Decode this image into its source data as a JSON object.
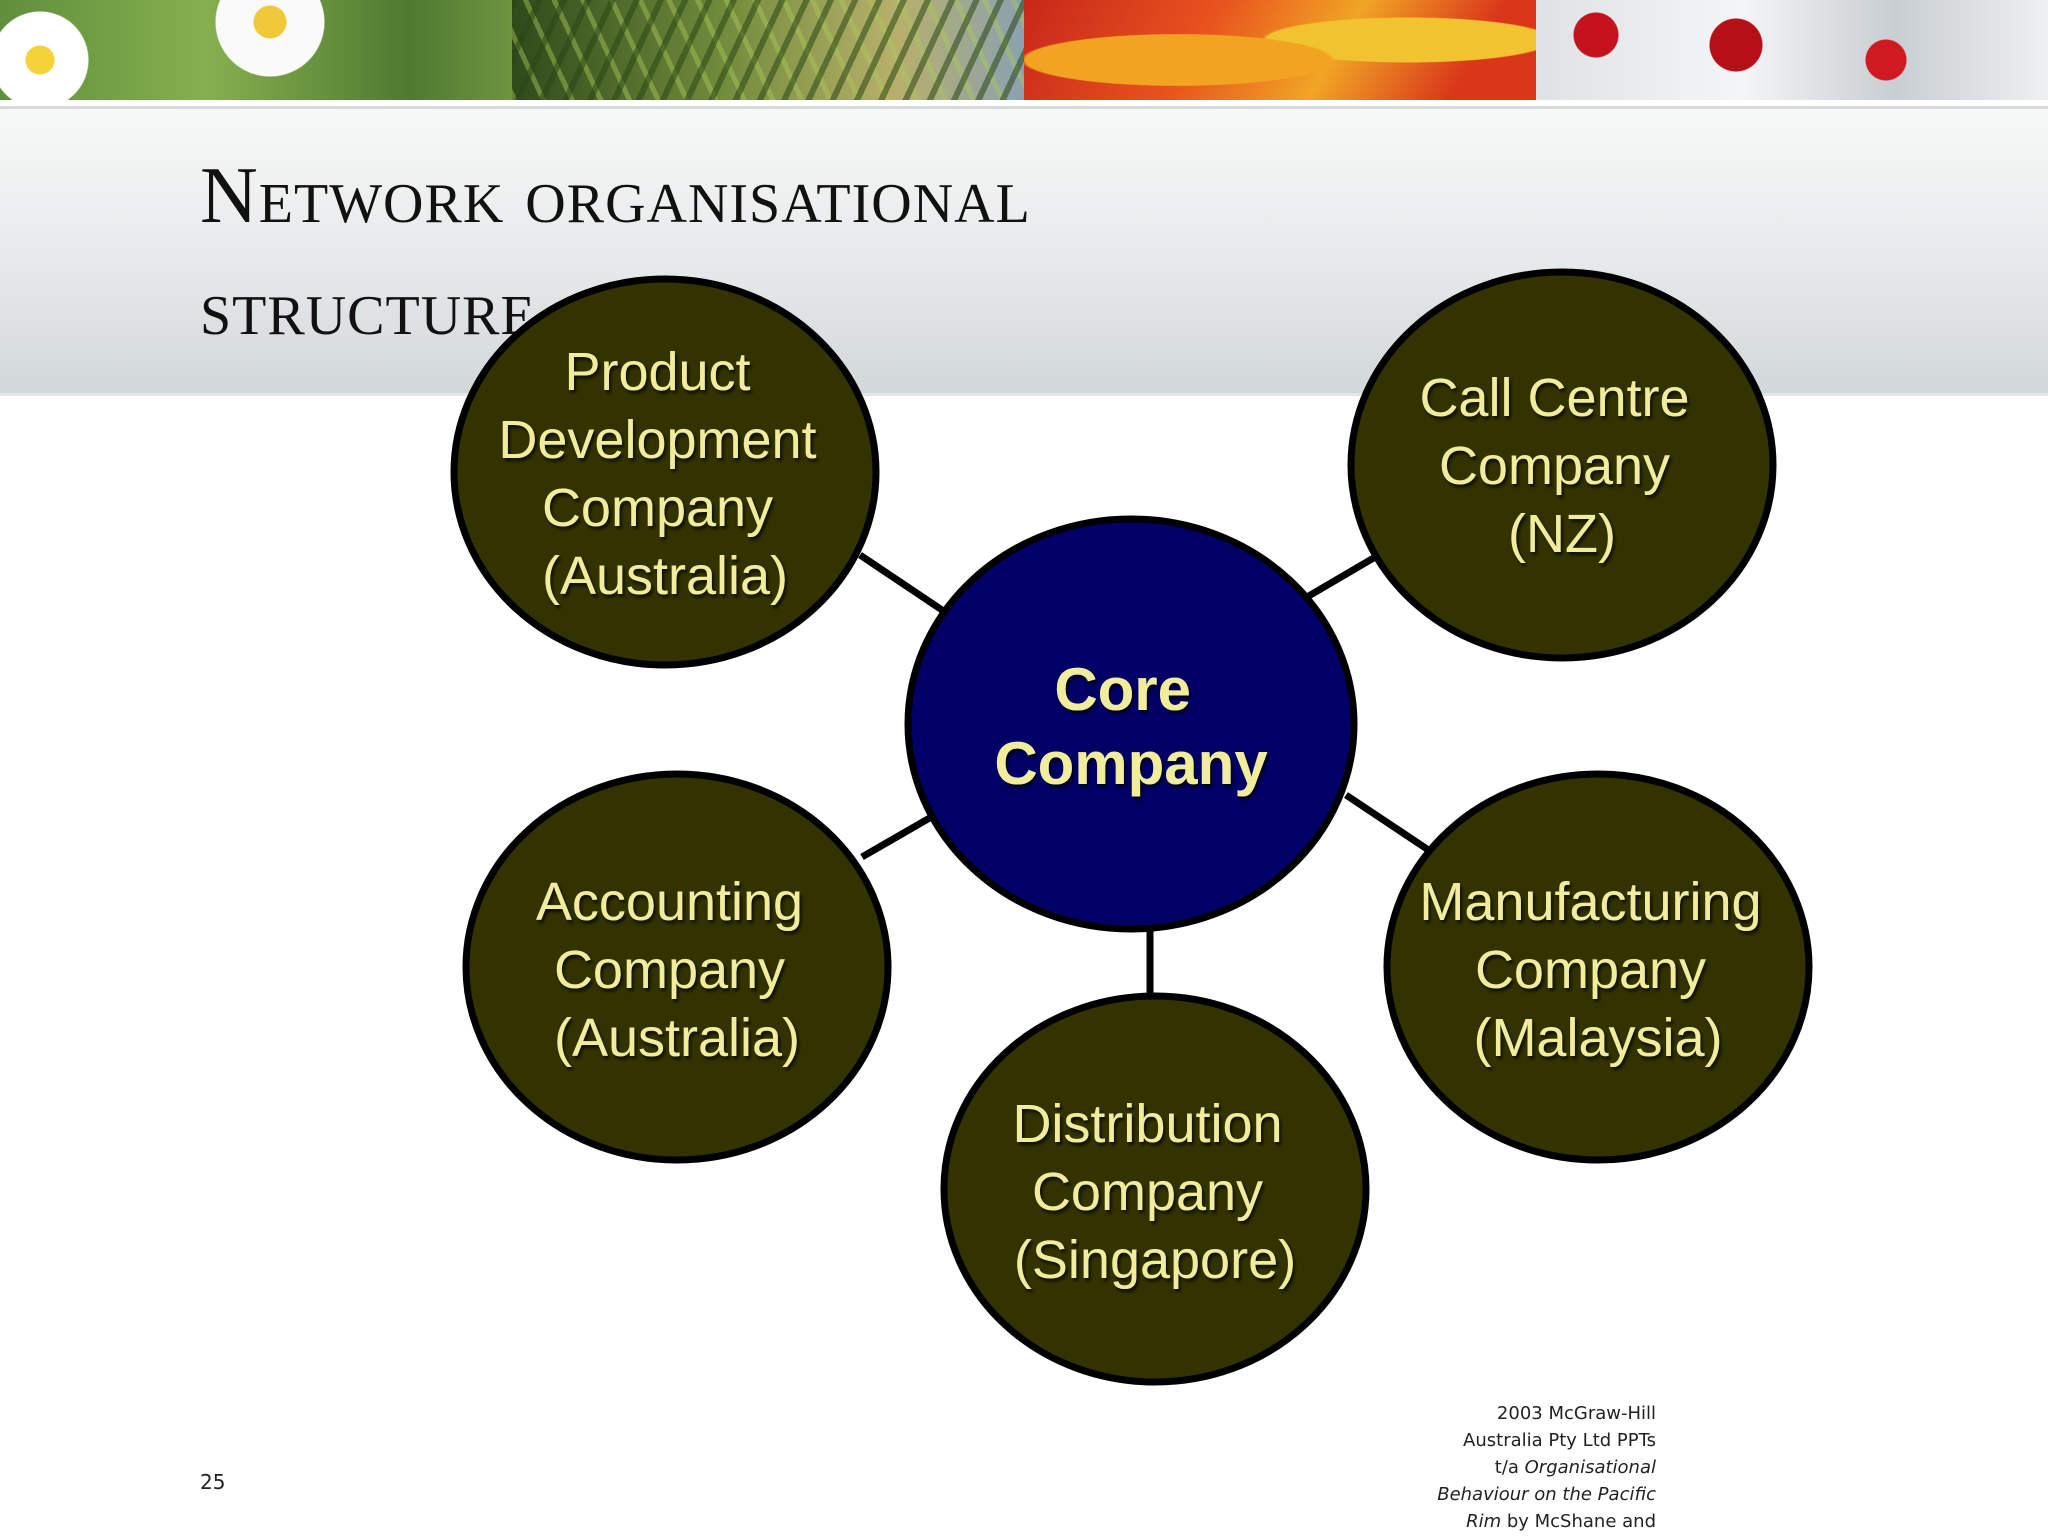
{
  "slide": {
    "title_line1": "Network organisational",
    "title_line2": "structure",
    "page_number": "25",
    "copyright": {
      "line1": " 2003 McGraw-Hill",
      "line2": "Australia Pty Ltd PPTs",
      "line3_prefix": "t/a ",
      "line3_italic": "Organisational",
      "line4_italic": "Behaviour on the Pacific",
      "line5_italic": "Rim",
      "line5_suffix": " by McShane and"
    }
  },
  "diagram": {
    "center": {
      "lines": [
        "Core",
        "Company"
      ],
      "fill": "#000066"
    },
    "nodes": [
      {
        "id": "product-development",
        "lines": [
          "Product",
          "Development",
          "Company",
          "(Australia)"
        ]
      },
      {
        "id": "call-centre",
        "lines": [
          "Call Centre",
          "Company",
          "(NZ)"
        ]
      },
      {
        "id": "accounting",
        "lines": [
          "Accounting",
          "Company",
          "(Australia)"
        ]
      },
      {
        "id": "distribution",
        "lines": [
          "Distribution",
          "Company",
          "(Singapore)"
        ]
      },
      {
        "id": "manufacturing",
        "lines": [
          "Manufacturing",
          "Company",
          "(Malaysia)"
        ]
      }
    ],
    "colors": {
      "node_fill": "#333300",
      "outline": "#000000",
      "label_text": "#f1ed9c"
    }
  }
}
